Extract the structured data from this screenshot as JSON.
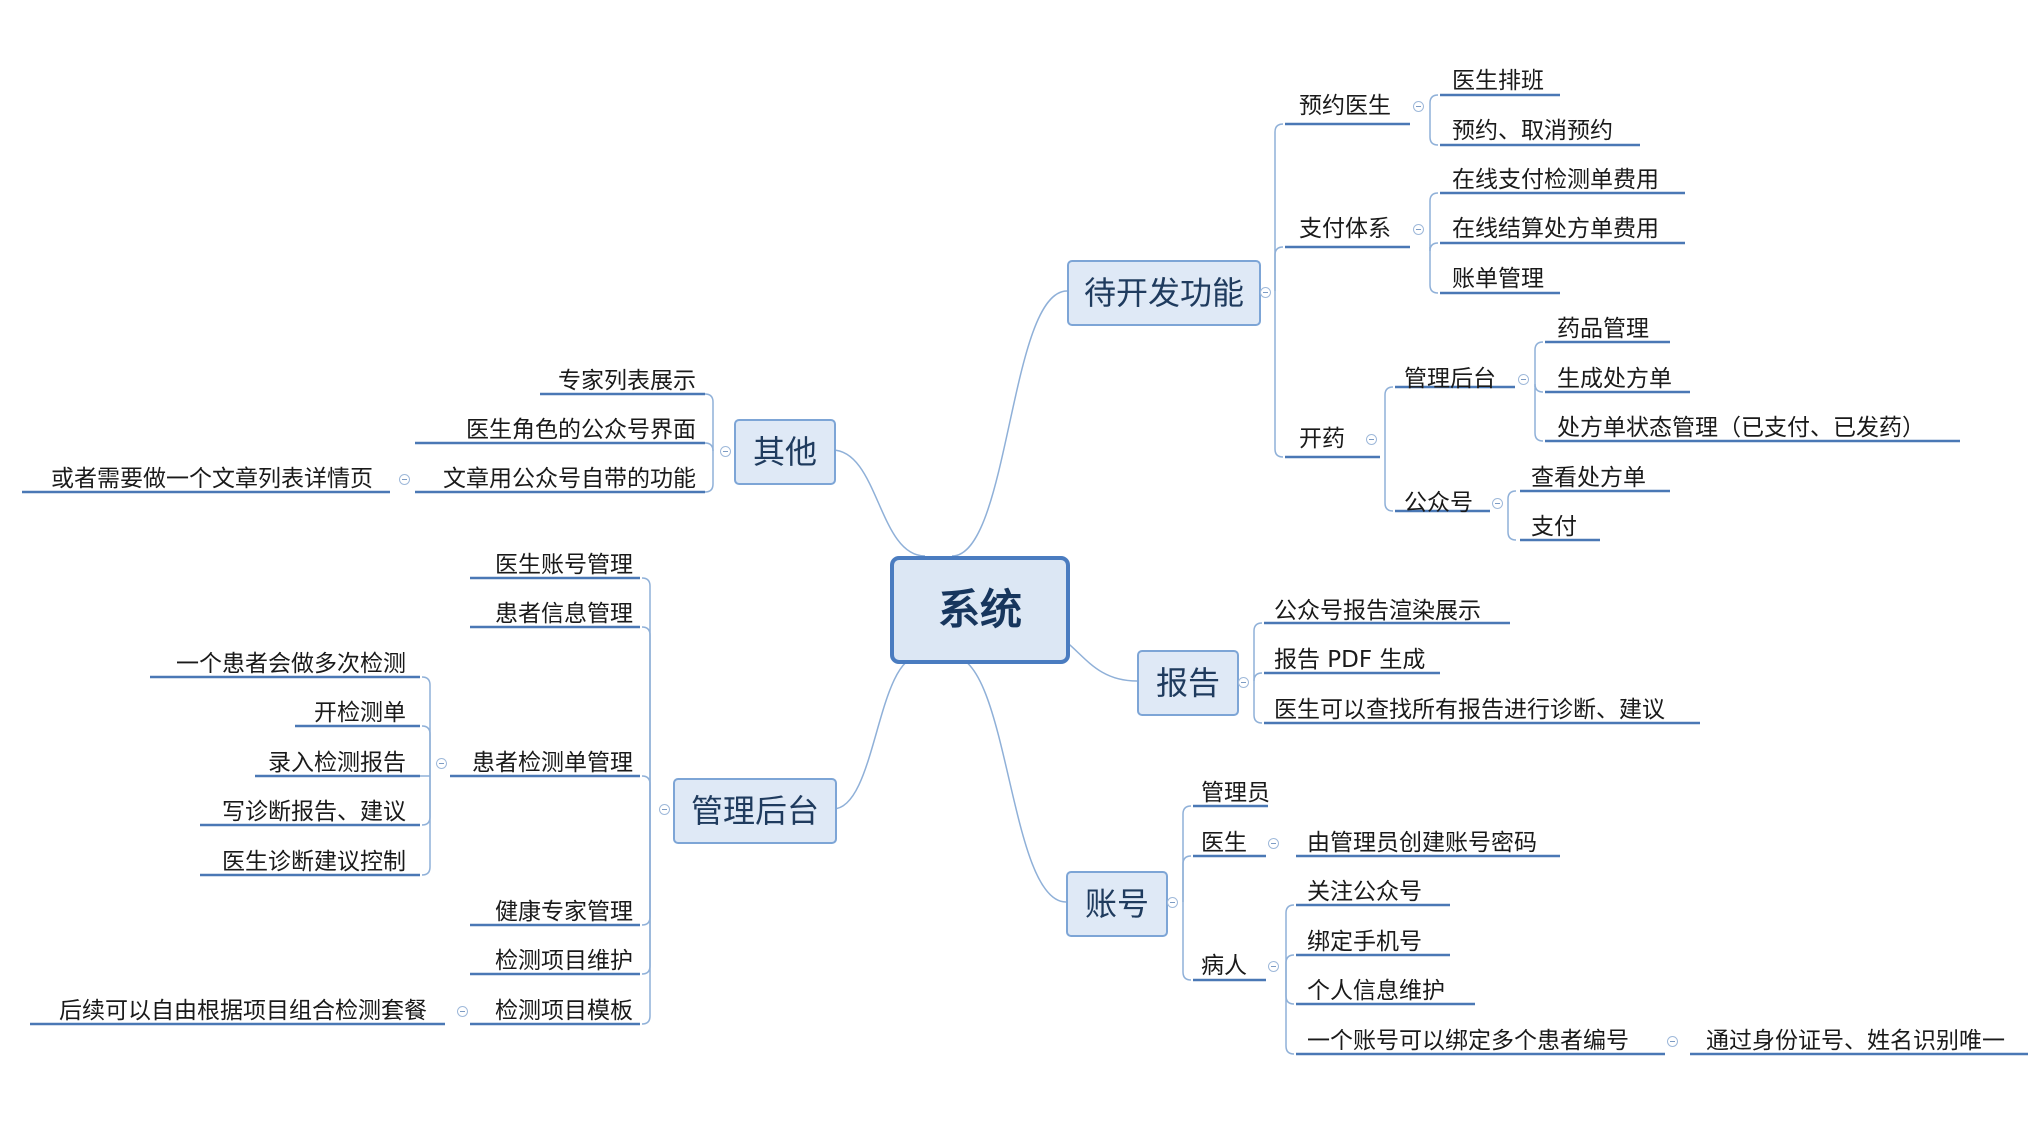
{
  "center": "系统",
  "todo": {
    "title": "待开发功能",
    "appointment": {
      "label": "预约医生",
      "items": [
        "医生排班",
        "预约、取消预约"
      ]
    },
    "payment": {
      "label": "支付体系",
      "items": [
        "在线支付检测单费用",
        "在线结算处方单费用",
        "账单管理"
      ]
    },
    "prescribe": {
      "label": "开药",
      "admin": {
        "label": "管理后台",
        "items": [
          "药品管理",
          "生成处方单",
          "处方单状态管理（已支付、已发药）"
        ]
      },
      "wechat": {
        "label": "公众号",
        "items": [
          "查看处方单",
          "支付"
        ]
      }
    }
  },
  "report": {
    "title": "报告",
    "items": [
      "公众号报告渲染展示",
      "报告 PDF 生成",
      "医生可以查找所有报告进行诊断、建议"
    ]
  },
  "account": {
    "title": "账号",
    "admin": "管理员",
    "doctor": {
      "label": "医生",
      "item": "由管理员创建账号密码"
    },
    "patient": {
      "label": "病人",
      "items": [
        "关注公众号",
        "绑定手机号",
        "个人信息维护",
        "一个账号可以绑定多个患者编号"
      ],
      "note": "通过身份证号、姓名识别唯一"
    }
  },
  "other": {
    "title": "其他",
    "items": [
      "专家列表展示",
      "医生角色的公众号界面",
      "文章用公众号自带的功能"
    ],
    "note": "或者需要做一个文章列表详情页"
  },
  "backend": {
    "title": "管理后台",
    "items": [
      "医生账号管理",
      "患者信息管理",
      "患者检测单管理",
      "健康专家管理",
      "检测项目维护",
      "检测项目模板"
    ],
    "exam": [
      "一个患者会做多次检测",
      "开检测单",
      "录入检测报告",
      "写诊断报告、建议",
      "医生诊断建议控制"
    ],
    "template_note": "后续可以自由根据项目组合检测套餐"
  },
  "colors": {
    "line": "#8fb0d8",
    "underline": "#4a78b5",
    "box_border": "#7da5d6",
    "box_fill": "#dfe9f6"
  }
}
